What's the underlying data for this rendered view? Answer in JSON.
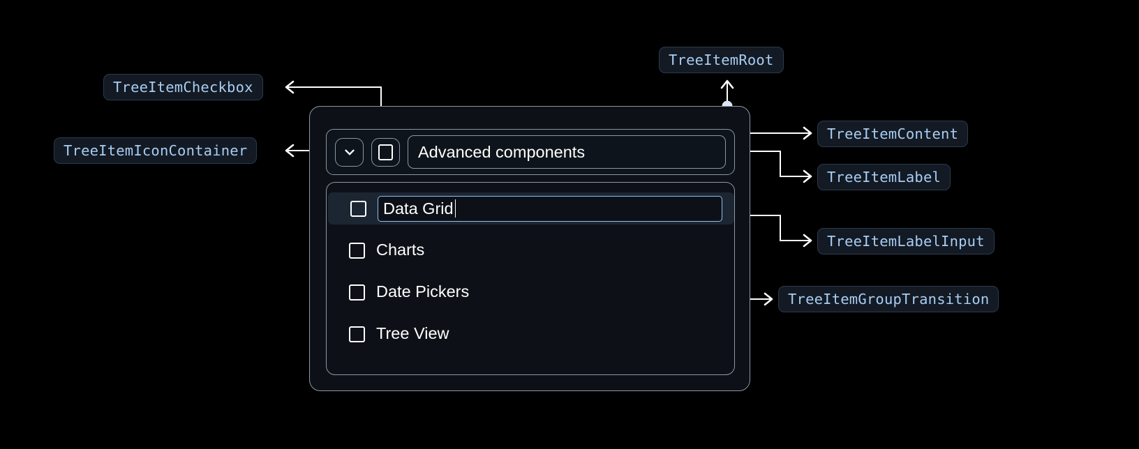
{
  "annotations": {
    "tree_item_root": "TreeItemRoot",
    "tree_item_checkbox": "TreeItemCheckbox",
    "tree_item_icon_container": "TreeItemIconContainer",
    "tree_item_content": "TreeItemContent",
    "tree_item_label": "TreeItemLabel",
    "tree_item_label_input": "TreeItemLabelInput",
    "tree_item_group_transition": "TreeItemGroupTransition"
  },
  "tree": {
    "root": {
      "icon": "chevron-down-icon",
      "expanded": true,
      "label": "Advanced components",
      "checkbox_checked": false
    },
    "children": [
      {
        "label": "Data Grid",
        "editing": true,
        "checkbox_checked": false
      },
      {
        "label": "Charts",
        "editing": false,
        "checkbox_checked": false
      },
      {
        "label": "Date Pickers",
        "editing": false,
        "checkbox_checked": false
      },
      {
        "label": "Tree View",
        "editing": false,
        "checkbox_checked": false
      }
    ]
  },
  "colors": {
    "background": "#000000",
    "chip_background": "#131a24",
    "chip_border": "#2c3a4c",
    "chip_text": "#a8cdf2",
    "panel_background": "#0d1117",
    "panel_border": "#8d97a3",
    "connector": "#ffffff",
    "dot": "#dbe7f5",
    "focus_border": "#8ec2f0",
    "row_highlight": "#1c2633"
  }
}
